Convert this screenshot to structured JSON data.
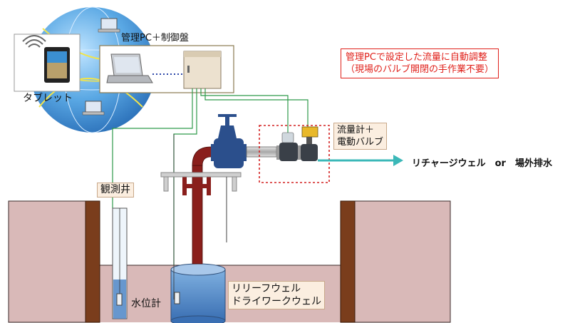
{
  "labels": {
    "control_panel": "管理PC＋制御盤",
    "tablet": "タブレット",
    "observation_well": "観測井",
    "water_level_meter": "水位計",
    "flowmeter": [
      "流量計＋",
      "電動バルブ"
    ],
    "relief_well": [
      "リリーフウェル",
      "ドライワークウェル"
    ],
    "outlet": "リチャージウェル　or　場外排水"
  },
  "callout": {
    "line1": "管理PCで設定した流量に自動調整",
    "line2": "（現場のバルブ開閉の手作業不要）"
  },
  "colors": {
    "ground": "#d9b9b8",
    "retaining_wall": "#7a3d1c",
    "pipe": "#8a1f1c",
    "valve": "#2b4f8c",
    "water": "#4f86c6",
    "signal_line": "#2e9a4a",
    "outflow_arrow": "#3bb8b8",
    "callout": "#e0201a",
    "globe": "#4f9fdc"
  },
  "icons": [
    "globe-icon",
    "wifi-icon",
    "tablet-icon",
    "laptop-icon",
    "control-cabinet-icon",
    "gate-valve-icon",
    "flowmeter-icon",
    "motor-valve-icon",
    "water-level-sensor-icon",
    "outflow-arrow-icon"
  ]
}
